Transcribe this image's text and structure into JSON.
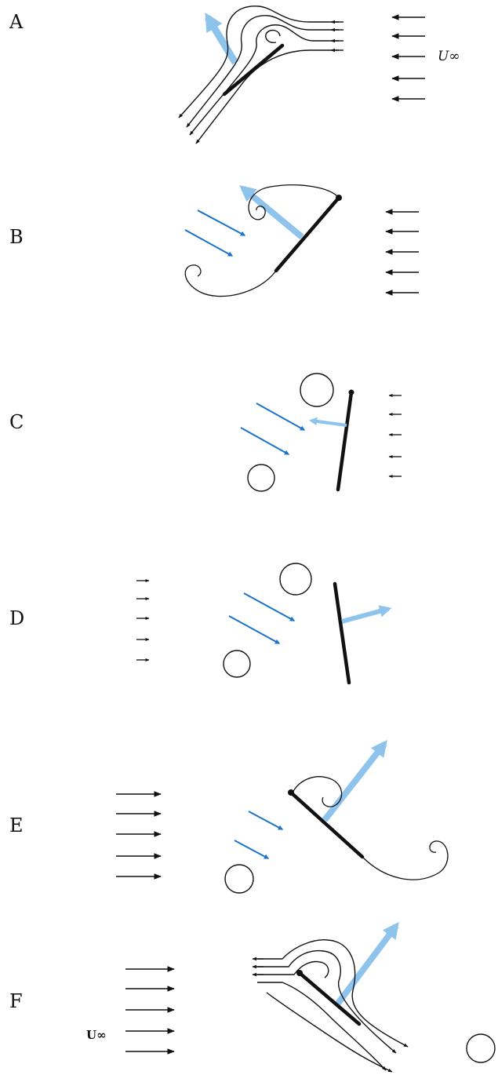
{
  "panels": [
    {
      "label": "A"
    },
    {
      "label": "B"
    },
    {
      "label": "C"
    },
    {
      "label": "D"
    },
    {
      "label": "E"
    },
    {
      "label": "F"
    }
  ],
  "freestream_A": "U∞",
  "freestream_F": "U∞",
  "colors": {
    "ink": "#111111",
    "vortex_arrow": "#1a73c8",
    "force_arrow": "#8ec3ec"
  }
}
